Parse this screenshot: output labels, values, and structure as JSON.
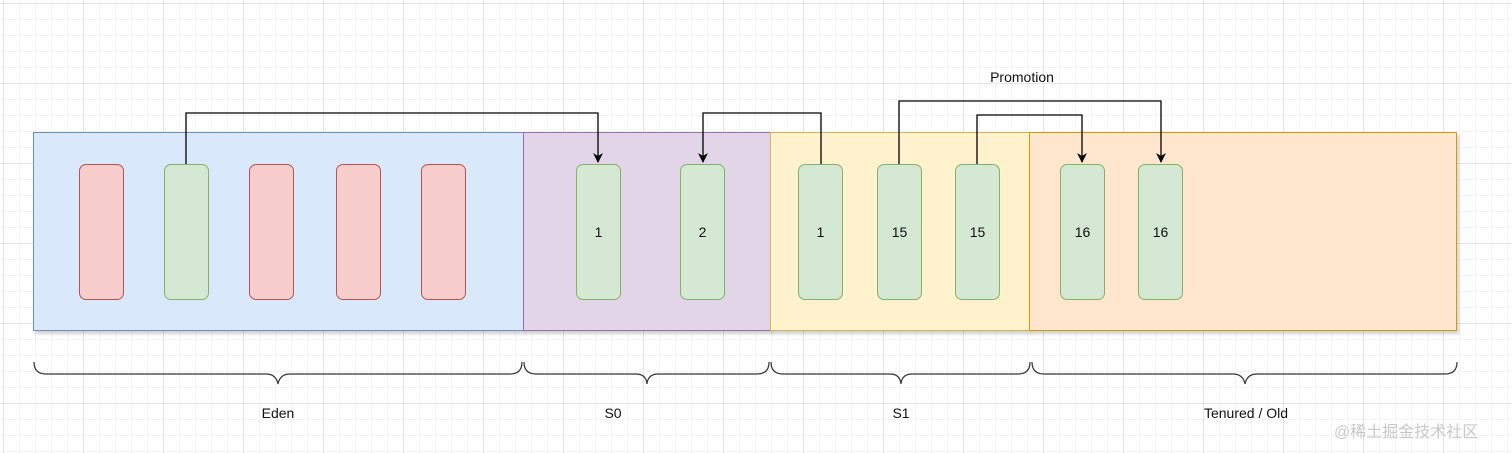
{
  "regions": [
    {
      "id": "eden",
      "label": "Eden",
      "fill": "#dae8fc",
      "stroke": "#6c8ebf"
    },
    {
      "id": "s0",
      "label": "S0",
      "fill": "#e1d5e7",
      "stroke": "#9673a6"
    },
    {
      "id": "s1",
      "label": "S1",
      "fill": "#fff2cc",
      "stroke": "#d6b656"
    },
    {
      "id": "tenured",
      "label": "Tenured / Old",
      "fill": "#ffe6cc",
      "stroke": "#d79b00"
    }
  ],
  "objects": {
    "eden": [
      {
        "state": "dead",
        "age": ""
      },
      {
        "state": "live",
        "age": ""
      },
      {
        "state": "dead",
        "age": ""
      },
      {
        "state": "dead",
        "age": ""
      },
      {
        "state": "dead",
        "age": ""
      }
    ],
    "s0": [
      {
        "state": "live",
        "age": "1"
      },
      {
        "state": "live",
        "age": "2"
      }
    ],
    "s1": [
      {
        "state": "live",
        "age": "1"
      },
      {
        "state": "live",
        "age": "15"
      },
      {
        "state": "live",
        "age": "15"
      }
    ],
    "tenured": [
      {
        "state": "live",
        "age": "16"
      },
      {
        "state": "live",
        "age": "16"
      }
    ]
  },
  "annotations": {
    "promotion_label": "Promotion"
  },
  "watermark": "@稀土掘金技术社区"
}
